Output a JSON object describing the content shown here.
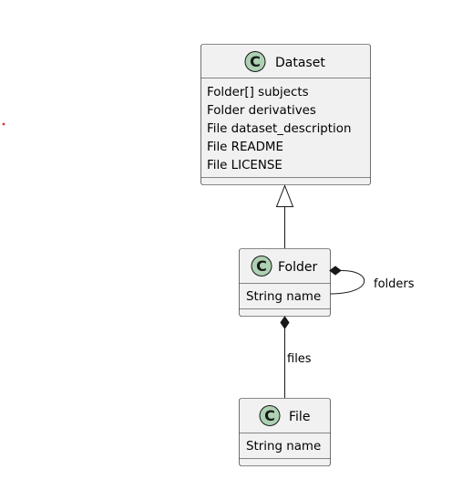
{
  "classes": {
    "dataset": {
      "stereotype_letter": "C",
      "name": "Dataset",
      "attributes": [
        "Folder[] subjects",
        "Folder derivatives",
        "File dataset_description",
        "File README",
        "File LICENSE"
      ]
    },
    "folder": {
      "stereotype_letter": "C",
      "name": "Folder",
      "attributes": [
        "String name"
      ]
    },
    "file": {
      "stereotype_letter": "C",
      "name": "File",
      "attributes": [
        "String name"
      ]
    }
  },
  "relations": {
    "folder_self": {
      "label": "folders"
    },
    "folder_file": {
      "label": "files"
    }
  },
  "colors": {
    "badge_fill": "#add1b2",
    "box_fill": "#f1f1f1",
    "stroke": "#181818",
    "stray_dot": "#e03030"
  }
}
